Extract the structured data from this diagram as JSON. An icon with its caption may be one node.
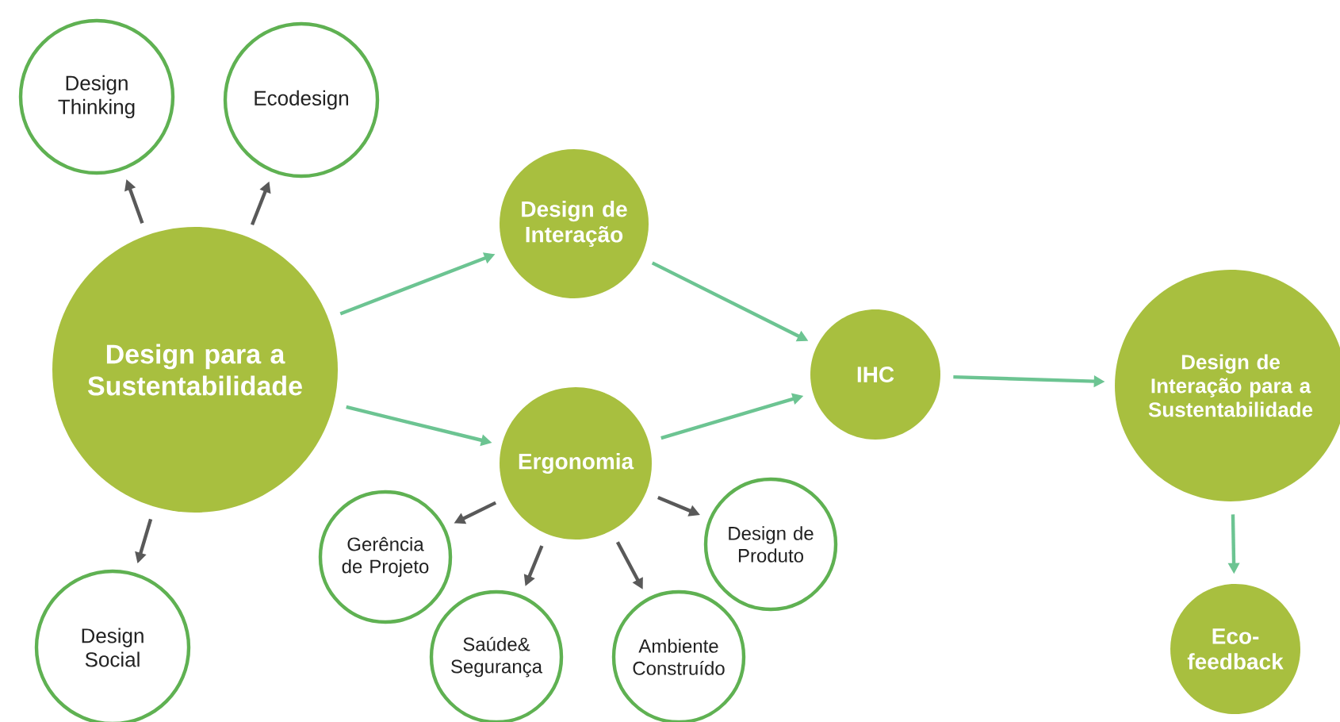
{
  "diagram": {
    "nodes": [
      {
        "text": [
          "Design Thinking"
        ]
      },
      {
        "text": [
          "Ecodesign"
        ]
      },
      {
        "text": [
          "Design de Interação"
        ]
      },
      {
        "text": [
          "Design para a Sustentabilidade"
        ]
      },
      {
        "text": [
          "Ergonomia"
        ]
      },
      {
        "text": [
          "IHC"
        ]
      },
      {
        "text": [
          "Design de Interação para a Sustentabilidade"
        ]
      },
      {
        "text": [
          "Gerência de Projeto"
        ]
      },
      {
        "text": [
          "Design de Produto"
        ]
      },
      {
        "text": [
          "Design Social"
        ]
      },
      {
        "text": [
          "Saúde& Segurança"
        ]
      },
      {
        "text": [
          "Ambiente Construído"
        ]
      },
      {
        "text": [
          "Eco-feedback"
        ]
      }
    ],
    "edges": [
      {
        "from": 3,
        "to": 0,
        "arrow": "to"
      },
      {
        "from": 3,
        "to": 1,
        "arrow": "to"
      },
      {
        "from": 3,
        "to": 9,
        "arrow": "to"
      },
      {
        "from": 3,
        "to": 2,
        "arrow": "to",
        "color": "#6cc492"
      },
      {
        "from": 3,
        "to": 4,
        "arrow": "to",
        "color": "#6cc492"
      },
      {
        "from": 2,
        "to": 5,
        "arrow": "to",
        "color": "#6cc492"
      },
      {
        "from": 4,
        "to": 5,
        "arrow": "to",
        "color": "#6cc492"
      },
      {
        "from": 5,
        "to": 6,
        "arrow": "to",
        "color": "#6cc492"
      },
      {
        "from": 6,
        "to": 12,
        "arrow": "to",
        "color": "#6cc492"
      },
      {
        "from": 4,
        "to": 7,
        "arrow": "to"
      },
      {
        "from": 4,
        "to": 10,
        "arrow": "to"
      },
      {
        "from": 4,
        "to": 11,
        "arrow": "to"
      },
      {
        "from": 4,
        "to": 8,
        "arrow": "to"
      }
    ]
  }
}
